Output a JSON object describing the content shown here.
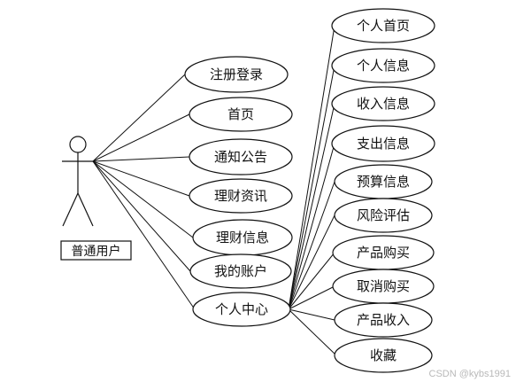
{
  "actor": {
    "label": "普通用户"
  },
  "left_use_cases": [
    "注册登录",
    "首页",
    "通知公告",
    "理财资讯",
    "理财信息",
    "我的账户",
    "个人中心"
  ],
  "right_use_cases": [
    "个人首页",
    "个人信息",
    "收入信息",
    "支出信息",
    "预算信息",
    "风险评估",
    "产品购买",
    "取消购买",
    "产品收入",
    "收藏"
  ],
  "watermark": "CSDN @kybs1991"
}
